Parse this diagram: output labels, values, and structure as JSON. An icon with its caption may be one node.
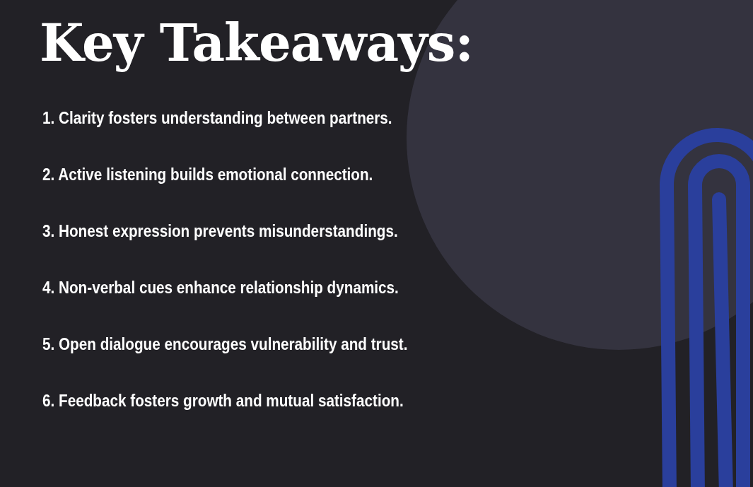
{
  "diagram": {
    "title": "Key Takeaways:",
    "labels": [
      "1. Clarity fosters understanding between partners.",
      "2. Active listening builds emotional connection.",
      "3. Honest expression prevents misunderstandings.",
      "4. Non-verbal cues enhance relationship dynamics.",
      "5. Open dialogue encourages vulnerability and trust.",
      "6. Feedback fosters growth and mutual satisfaction."
    ]
  }
}
